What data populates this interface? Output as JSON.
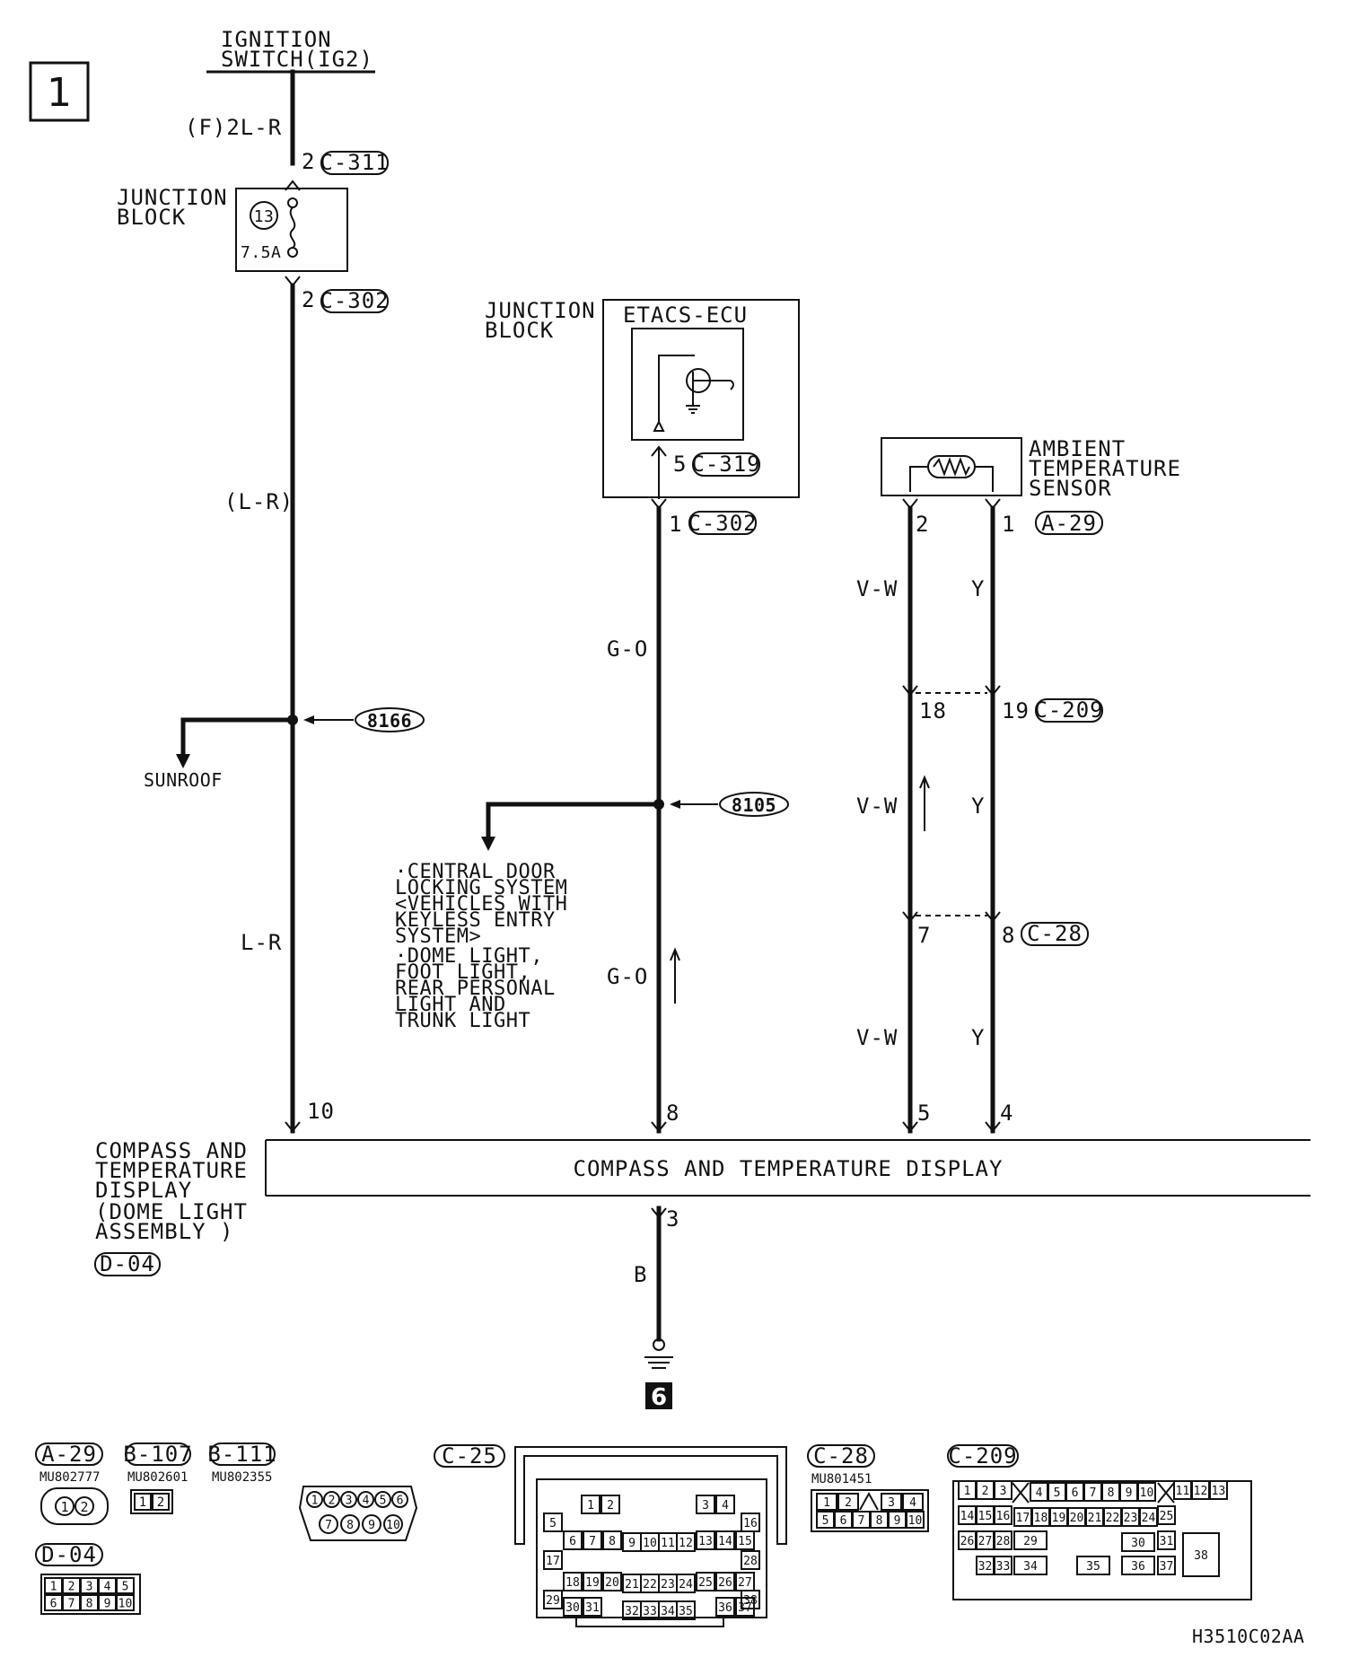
{
  "page_number": "1",
  "ignition": {
    "line1": "IGNITION",
    "line2": "SWITCH(IG2)"
  },
  "wires": {
    "ign_top": "(F)2L-R",
    "ign_mid": "(L-R)",
    "ign_low": "L-R",
    "etacs_up": "G-O",
    "etacs_low": "G-O",
    "sensor_left": "V-W",
    "sensor_right": "Y",
    "ground": "B"
  },
  "junction_block_1": {
    "line1": "JUNCTION",
    "line2": "BLOCK",
    "fuse_number": "13",
    "fuse_rating": "7.5A"
  },
  "junction_block_2": {
    "line1": "JUNCTION",
    "line2": "BLOCK",
    "ecu": "ETACS-ECU"
  },
  "sensor": {
    "line1": "AMBIENT",
    "line2": "TEMPERATURE",
    "line3": "SENSOR"
  },
  "connectors": {
    "c311": {
      "pin": "2",
      "id": "C-311"
    },
    "c302a": {
      "pin": "2",
      "id": "C-302"
    },
    "c319": {
      "pin": "5",
      "id": "C-319"
    },
    "c302b": {
      "pin": "1",
      "id": "C-302"
    },
    "a29": {
      "pin_left": "2",
      "pin_right": "1",
      "id": "A-29"
    },
    "c209": {
      "pin_left": "18",
      "pin_right": "19",
      "id": "C-209"
    },
    "c28": {
      "pin_left": "7",
      "pin_right": "8",
      "id": "C-28"
    }
  },
  "splices": {
    "s166": "8166",
    "s105": "8105"
  },
  "branches": {
    "sunroof": "SUNROOF",
    "s105_lines": [
      "·CENTRAL DOOR",
      " LOCKING SYSTEM",
      " <VEHICLES WITH",
      "  KEYLESS ENTRY",
      "  SYSTEM>",
      "·DOME LIGHT,",
      " FOOT LIGHT,",
      " REAR PERSONAL",
      " LIGHT AND",
      " TRUNK LIGHT"
    ]
  },
  "display": {
    "title": "COMPASS AND TEMPERATURE DISPLAY",
    "label_lines": [
      "COMPASS AND",
      "TEMPERATURE",
      "DISPLAY",
      "(DOME LIGHT",
      " ASSEMBLY  )"
    ],
    "connector": "D-04",
    "pins": {
      "ign": "10",
      "etacs": "8",
      "sensor_left": "5",
      "sensor_right": "4",
      "ground": "3"
    }
  },
  "ground_number": "6",
  "views": {
    "a29": {
      "id": "A-29",
      "part": "MU802777",
      "pins": [
        "1",
        "2"
      ]
    },
    "b107": {
      "id": "B-107",
      "part": "MU802601",
      "pins": [
        "1",
        "2"
      ]
    },
    "b111": {
      "id": "B-111",
      "part": "MU802355",
      "pins": [
        "1",
        "2",
        "3",
        "4",
        "5",
        "6",
        "7",
        "8",
        "9",
        "10"
      ]
    },
    "d04": {
      "id": "D-04",
      "pins": [
        "1",
        "2",
        "3",
        "4",
        "5",
        "6",
        "7",
        "8",
        "9",
        "10"
      ]
    },
    "c25": {
      "id": "C-25",
      "pins": [
        "1",
        "2",
        "3",
        "4",
        "5",
        "6",
        "7",
        "8",
        "9",
        "10",
        "11",
        "12",
        "13",
        "14",
        "15",
        "16",
        "17",
        "18",
        "19",
        "20",
        "21",
        "22",
        "23",
        "24",
        "25",
        "26",
        "27",
        "28",
        "29",
        "30",
        "31",
        "32",
        "33",
        "34",
        "35",
        "36",
        "37",
        "38"
      ]
    },
    "c28": {
      "id": "C-28",
      "part": "MU801451",
      "pins": [
        "1",
        "2",
        "3",
        "4",
        "5",
        "6",
        "7",
        "8",
        "9",
        "10"
      ]
    },
    "c209": {
      "id": "C-209",
      "pins": [
        "1",
        "2",
        "3",
        "4",
        "5",
        "6",
        "7",
        "8",
        "9",
        "10",
        "11",
        "12",
        "13",
        "14",
        "15",
        "16",
        "17",
        "18",
        "19",
        "20",
        "21",
        "22",
        "23",
        "24",
        "25",
        "26",
        "27",
        "28",
        "29",
        "30",
        "31",
        "32",
        "33",
        "34",
        "35",
        "36",
        "37",
        "38"
      ]
    }
  },
  "figure_code": "H3510C02AA"
}
